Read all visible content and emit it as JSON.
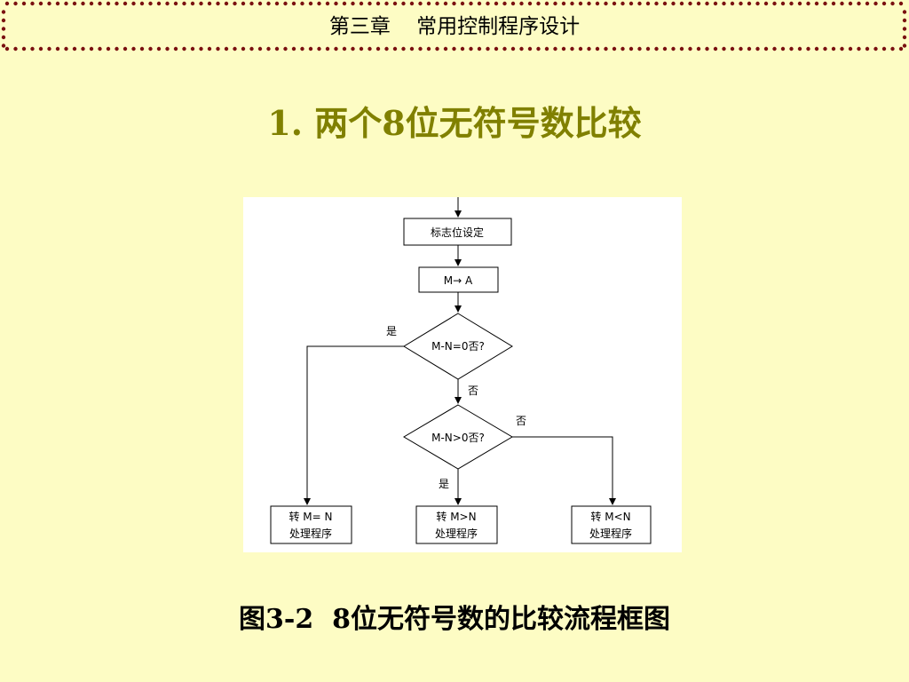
{
  "header": {
    "chapter_title": "第三章    常用控制程序设计",
    "border_color": "#7a1010"
  },
  "slide": {
    "heading": "1.   两个8位无符号数比较",
    "heading_color": "#808000",
    "background": "#fdfcc4"
  },
  "flowchart": {
    "set_flags": "标志位设定",
    "load": "M→ A",
    "decision_equal": "M-N=0否?",
    "decision_greater": "M-N>0否?",
    "yes": "是",
    "no": "否",
    "out_equal_line1": "转 M= N",
    "out_equal_line2": "处理程序",
    "out_greater_line1": "转 M>N",
    "out_greater_line2": "处理程序",
    "out_less_line1": "转 M<N",
    "out_less_line2": "处理程序"
  },
  "caption": "图3-2  8位无符号数的比较流程框图"
}
